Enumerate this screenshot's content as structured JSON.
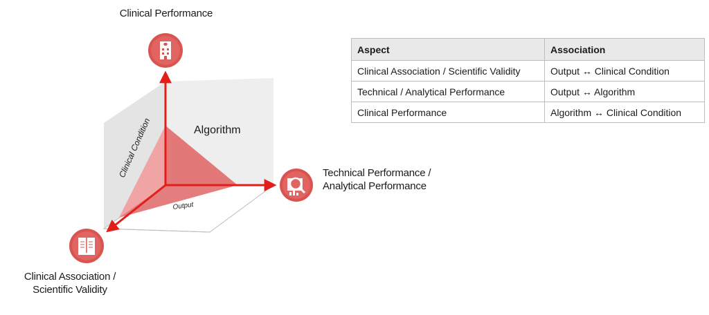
{
  "colors": {
    "accent": "#e31d1a",
    "triangle": "#e98a8a",
    "panel": "#eeeeee",
    "icon_fill": "#d9534f"
  },
  "diagram": {
    "top_label": "Clinical Performance",
    "right_label_line1": "Technical Performance /",
    "right_label_line2": "Analytical Performance",
    "left_label_line1": "Clinical Association /",
    "left_label_line2": "Scientific Validity",
    "plane_back_label": "Algorithm",
    "plane_side_label": "Clinical Condition",
    "plane_floor_label": "Output",
    "icons": {
      "top": "hospital-icon",
      "right": "magnifier-chart-icon",
      "left": "book-icon"
    }
  },
  "table": {
    "headers": [
      "Aspect",
      "Association"
    ],
    "rows": [
      [
        "Clinical Association / Scientific Validity",
        "Output ↔ Clinical Condition"
      ],
      [
        "Technical / Analytical Performance",
        "Output ↔ Algorithm"
      ],
      [
        "Clinical Performance",
        "Algorithm ↔ Clinical Condition"
      ]
    ]
  }
}
